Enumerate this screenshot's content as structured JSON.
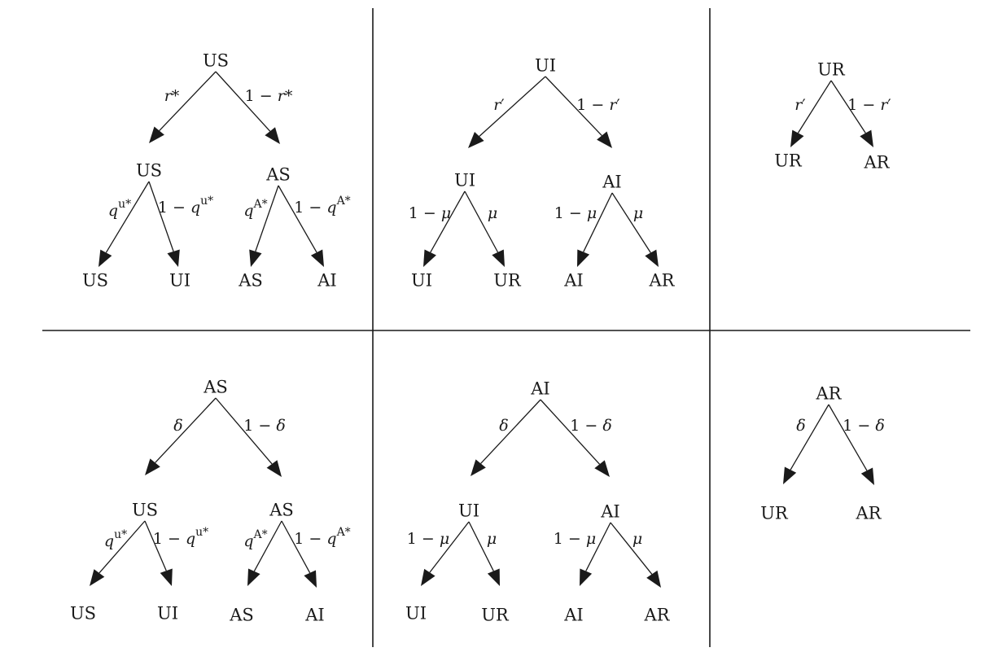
{
  "panels": [
    {
      "id": "us",
      "root": "US",
      "edges": [
        {
          "label": "r*",
          "italic": "r",
          "suffix": "*"
        },
        {
          "label": "1 − r*",
          "prefix": "1 − ",
          "italic": "r",
          "suffix": "*"
        }
      ],
      "children": [
        {
          "label": "US",
          "edges": [
            {
              "label": "qu*",
              "italic": "q",
              "sup": "u*"
            },
            {
              "label": "1 − qu*",
              "prefix": "1 − ",
              "italic": "q",
              "sup": "u*"
            }
          ],
          "leaves": [
            "US",
            "UI"
          ]
        },
        {
          "label": "AS",
          "edges": [
            {
              "label": "qA*",
              "italic": "q",
              "sup": "A*"
            },
            {
              "label": "1 − qA*",
              "prefix": "1 − ",
              "italic": "q",
              "sup": "A*"
            }
          ],
          "leaves": [
            "AS",
            "AI"
          ]
        }
      ]
    },
    {
      "id": "ui",
      "root": "UI",
      "edges": [
        {
          "label": "r′",
          "italic": "r",
          "suffix": "′"
        },
        {
          "label": "1 − r′",
          "prefix": "1 − ",
          "italic": "r",
          "suffix": "′"
        }
      ],
      "children": [
        {
          "label": "UI",
          "edges": [
            {
              "label": "1 − μ",
              "prefix": "1 − ",
              "italic": "μ"
            },
            {
              "label": "μ",
              "italic": "μ"
            }
          ],
          "leaves": [
            "UI",
            "UR"
          ]
        },
        {
          "label": "AI",
          "edges": [
            {
              "label": "1 − μ",
              "prefix": "1 − ",
              "italic": "μ"
            },
            {
              "label": "μ",
              "italic": "μ"
            }
          ],
          "leaves": [
            "AI",
            "AR"
          ]
        }
      ]
    },
    {
      "id": "ur",
      "root": "UR",
      "edges": [
        {
          "label": "r′",
          "italic": "r",
          "suffix": "′"
        },
        {
          "label": "1 − r′",
          "prefix": "1 − ",
          "italic": "r",
          "suffix": "′"
        }
      ],
      "leaves": [
        "UR",
        "AR"
      ]
    },
    {
      "id": "as",
      "root": "AS",
      "edges": [
        {
          "label": "δ",
          "italic": "δ"
        },
        {
          "label": "1 − δ",
          "prefix": "1 − ",
          "italic": "δ"
        }
      ],
      "children": [
        {
          "label": "US",
          "edges": [
            {
              "label": "qu*",
              "italic": "q",
              "sup": "u*"
            },
            {
              "label": "1 − qu*",
              "prefix": "1 − ",
              "italic": "q",
              "sup": "u*"
            }
          ],
          "leaves": [
            "US",
            "UI"
          ]
        },
        {
          "label": "AS",
          "edges": [
            {
              "label": "qA*",
              "italic": "q",
              "sup": "A*"
            },
            {
              "label": "1 − qA*",
              "prefix": "1 − ",
              "italic": "q",
              "sup": "A*"
            }
          ],
          "leaves": [
            "AS",
            "AI"
          ]
        }
      ]
    },
    {
      "id": "ai",
      "root": "AI",
      "edges": [
        {
          "label": "δ",
          "italic": "δ"
        },
        {
          "label": "1 − δ",
          "prefix": "1 − ",
          "italic": "δ"
        }
      ],
      "children": [
        {
          "label": "UI",
          "edges": [
            {
              "label": "1 − μ",
              "prefix": "1 − ",
              "italic": "μ"
            },
            {
              "label": "μ",
              "italic": "μ"
            }
          ],
          "leaves": [
            "UI",
            "UR"
          ]
        },
        {
          "label": "AI",
          "edges": [
            {
              "label": "1 − μ",
              "prefix": "1 − ",
              "italic": "μ"
            },
            {
              "label": "μ",
              "italic": "μ"
            }
          ],
          "leaves": [
            "AI",
            "AR"
          ]
        }
      ]
    },
    {
      "id": "ar",
      "root": "AR",
      "edges": [
        {
          "label": "δ",
          "italic": "δ"
        },
        {
          "label": "1 − δ",
          "prefix": "1 − ",
          "italic": "δ"
        }
      ],
      "leaves": [
        "UR",
        "AR"
      ]
    }
  ]
}
